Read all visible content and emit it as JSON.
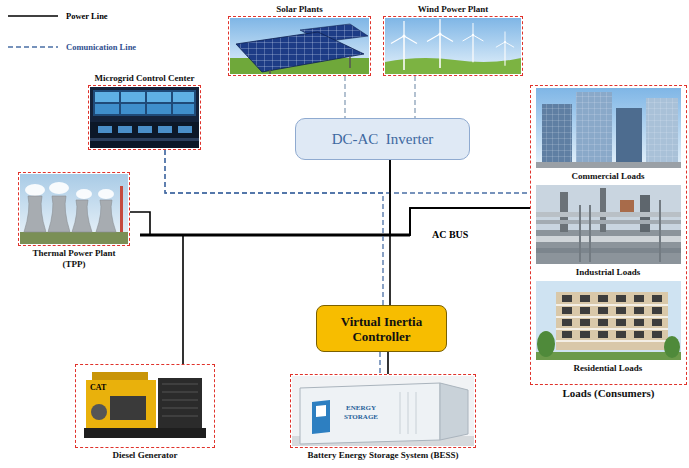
{
  "diagram": {
    "nodes": [
      {
        "text": [
          "Microgrid Control Center"
        ]
      },
      {
        "text": [
          "Solar Plants"
        ]
      },
      {
        "text": [
          "Wind Power Plant"
        ]
      },
      {
        "text": [
          "DC-AC  Inverter"
        ]
      },
      {
        "text": [
          "Loads (Consumers)"
        ]
      },
      {
        "text": [
          "Commercial Loads"
        ],
        "in": 4
      },
      {
        "text": [
          "Industrial Loads"
        ],
        "in": 4
      },
      {
        "text": [
          "Residential Loads"
        ],
        "in": 4
      },
      {
        "text": [
          "Thermal Power Plant (TPP)"
        ]
      },
      {
        "text": [
          "Virtual Inertia Controller"
        ]
      },
      {
        "text": [
          "Diesel Generator"
        ]
      },
      {
        "text": [
          "Battery Energy Storage System (BESS)"
        ]
      }
    ],
    "edges": [
      {
        "from": 1,
        "to": 3,
        "arrow": "none"
      },
      {
        "from": 2,
        "to": 3,
        "arrow": "none"
      },
      {
        "from": 3,
        "to": 9,
        "arrow": "none"
      },
      {
        "from": 0,
        "to": 4,
        "arrow": "none"
      },
      {
        "from": 0,
        "to": 9,
        "arrow": "none"
      },
      {
        "from": 9,
        "to": 11,
        "arrow": "none"
      },
      {
        "from": 9,
        "to": 11,
        "arrow": "none"
      },
      {
        "from": 8,
        "to": 4,
        "arrow": "none"
      },
      {
        "from": 10,
        "to": 4,
        "arrow": "none"
      },
      {
        "from": 3,
        "to": 4,
        "arrow": "none"
      }
    ],
    "labels": [
      "AC BUS",
      "CAT",
      "ENERGY STORAGE"
    ],
    "legend": [
      {
        "text": "Power Line"
      },
      {
        "text": "Comunication Line"
      }
    ]
  }
}
